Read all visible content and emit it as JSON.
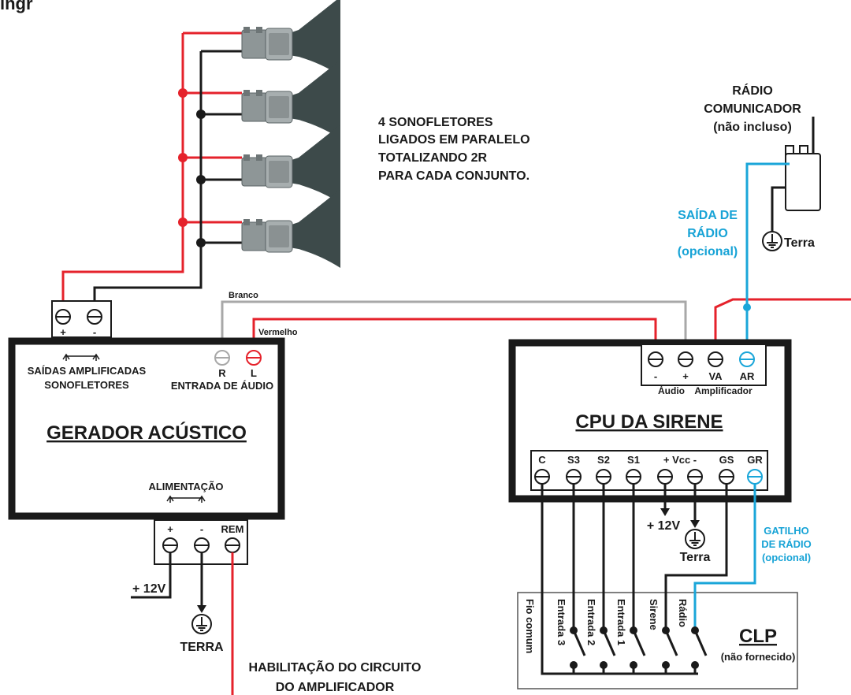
{
  "colors": {
    "red": "#e5222b",
    "black": "#1a1a1a",
    "gray": "#a8a8a8",
    "blue": "#1aa6d9",
    "horn": "#3d4a4a",
    "driver": "#8e9697"
  },
  "header_fragment": "ingr",
  "note": {
    "lines": [
      "4 SONOFLETORES",
      "LIGADOS EM PARALELO",
      "TOTALIZANDO 2R",
      "PARA CADA CONJUNTO."
    ]
  },
  "radio": {
    "title_lines": [
      "RÁDIO",
      "COMUNICADOR",
      "(não incluso)"
    ],
    "output_lines": [
      "SAÍDA DE",
      "RÁDIO",
      "(opcional)"
    ],
    "ground": "Terra"
  },
  "wires": {
    "white": "Branco",
    "red": "Vermelho"
  },
  "generator": {
    "title": "GERADOR ACÚSTICO",
    "speaker_plus": "+",
    "speaker_minus": "-",
    "speaker_out_lines": [
      "SAÍDAS AMPLIFICADAS",
      "SONOFLETORES"
    ],
    "audio_r": "R",
    "audio_l": "L",
    "audio_in": "ENTRADA DE ÁUDIO",
    "power_label": "ALIMENTAÇÃO",
    "power_plus": "+",
    "power_minus": "-",
    "power_rem": "REM",
    "supply": "+ 12V",
    "ground": "TERRA",
    "enable_lines": [
      "HABILITAÇÃO DO CIRCUITO",
      "DO AMPLIFICADOR"
    ]
  },
  "cpu": {
    "title": "CPU DA SIRENE",
    "top_terminals": [
      "-",
      "+",
      "VA",
      "AR"
    ],
    "audio_label": "Áudio",
    "amp_label": "Amplificador",
    "bottom_terminals": [
      "C",
      "S3",
      "S2",
      "S1",
      "+ Vcc -",
      "GS",
      "GR"
    ],
    "supply": "+ 12V",
    "ground": "Terra",
    "trigger_lines": [
      "GATILHO",
      "DE RÁDIO",
      "(opcional)"
    ]
  },
  "clp": {
    "title": "CLP",
    "subtitle": "(não fornecido)",
    "inputs": [
      "Fio comum",
      "Entrada 3",
      "Entrada 2",
      "Entrada 1",
      "Sirene",
      "Rádio"
    ]
  }
}
